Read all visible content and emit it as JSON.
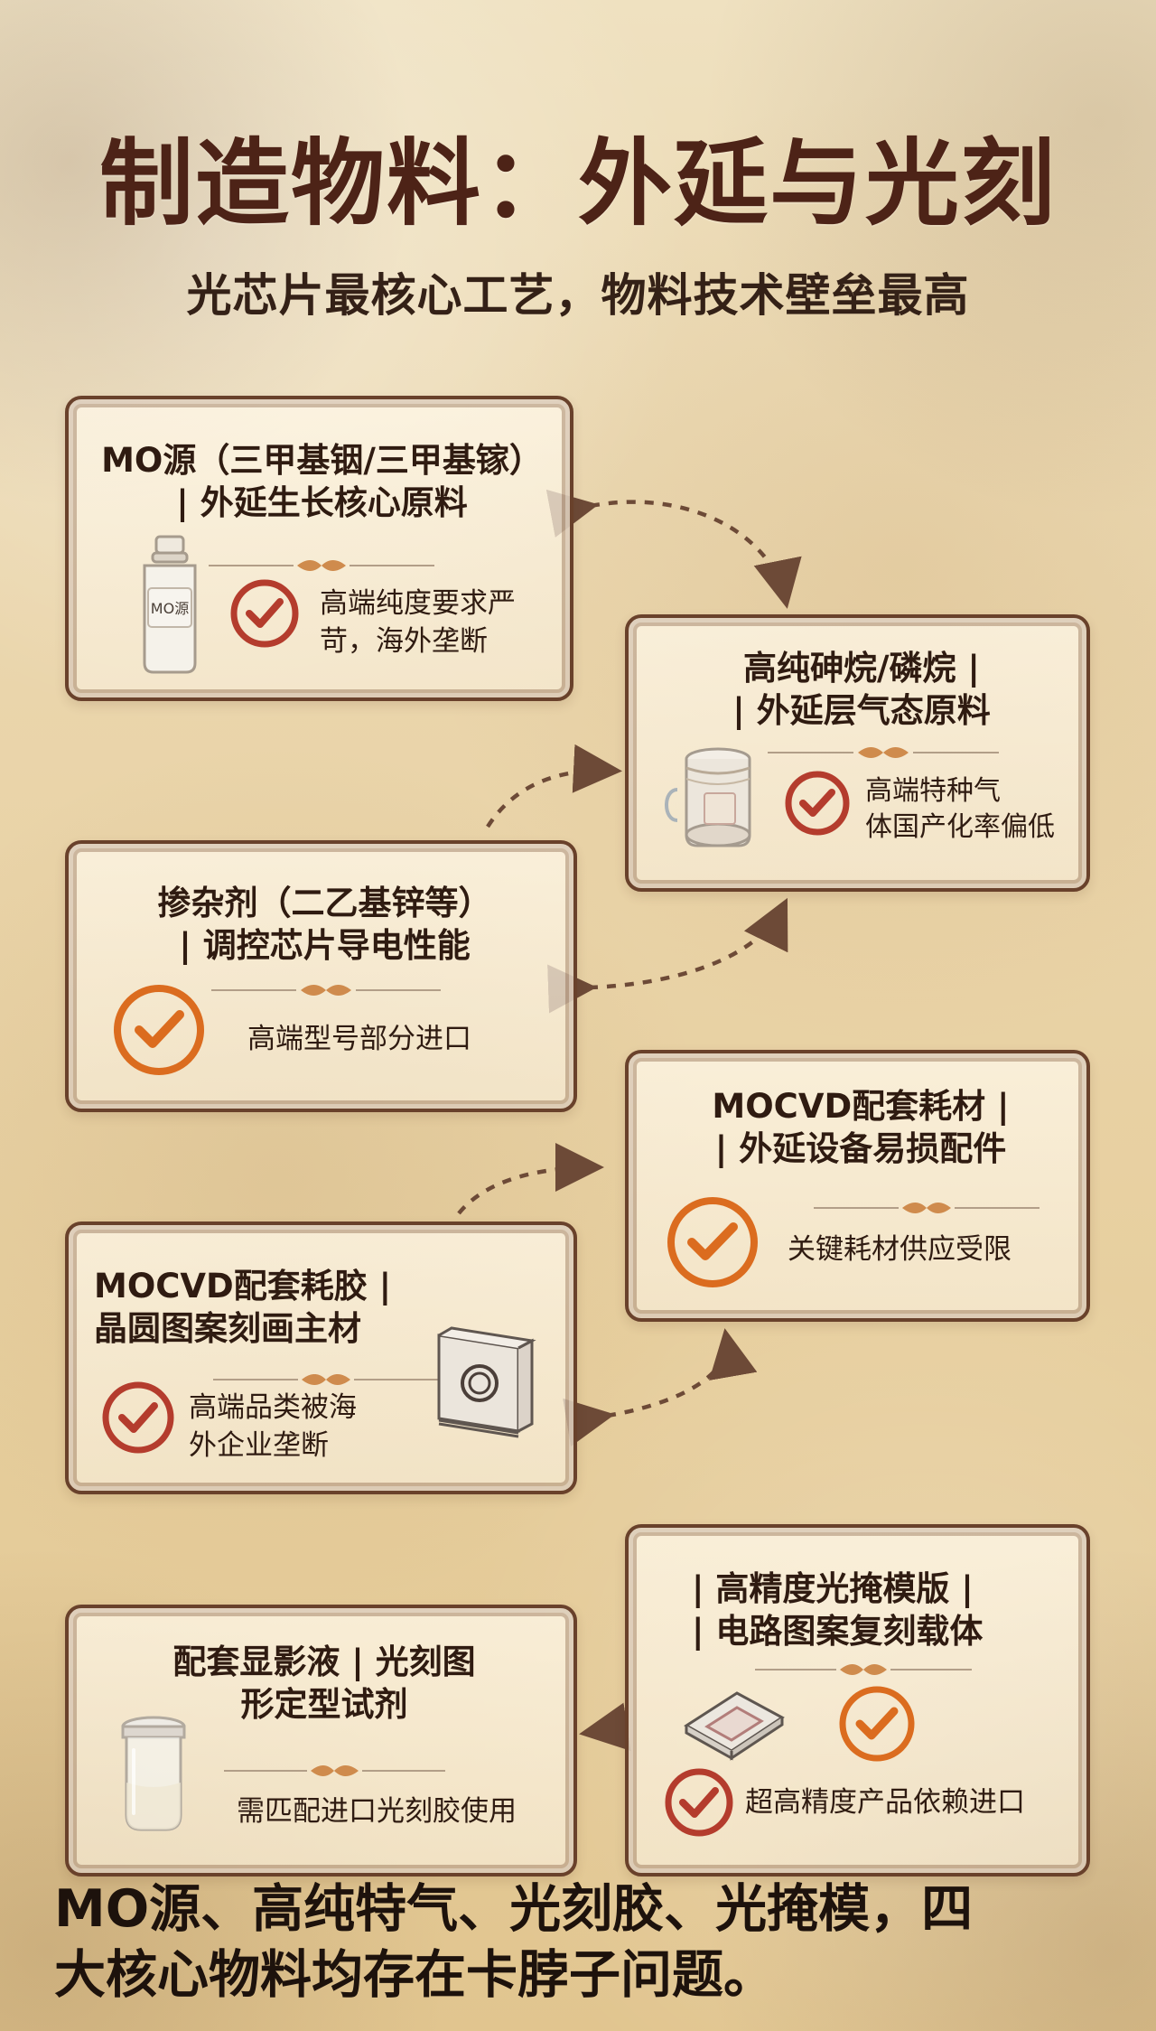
{
  "title": "制造物料：外延与光刻",
  "subtitle": "光芯片最核心工艺，物料技术壁垒最高",
  "cards": [
    {
      "title": "MO源（三甲基铟/三甲基镓）\n| 外延生长核心原料",
      "description": "高端纯度要求严\n苛，海外垄断",
      "illustration_label": "MO源",
      "illustration_icon": "bottle-icon"
    },
    {
      "title": "高纯砷烷/磷烷 |\n| 外延层气态原料",
      "description": "高端特种气\n体国产化率偏低",
      "illustration_icon": "gas-canister-icon"
    },
    {
      "title": "掺杂剂（二乙基锌等）\n| 调控芯片导电性能",
      "description": "高端型号部分进口"
    },
    {
      "title": "MOCVD配套耗材 |\n| 外延设备易损配件",
      "description": "关键耗材供应受限"
    },
    {
      "title": "MOCVD配套耗胶 |\n晶圆图案刻画主材",
      "description": "高端品类被海\n外企业垄断",
      "illustration_icon": "wafer-box-icon"
    },
    {
      "title": "配套显影液 | 光刻图\n形定型试剂",
      "description": "需匹配进口光刻胶使用",
      "illustration_icon": "glass-jar-icon"
    },
    {
      "title": "| 高精度光掩模版 |\n| 电路图案复刻载体",
      "description": "超高精度产品依赖进口",
      "illustration_icon": "photomask-icon"
    }
  ],
  "footer": "MO源、高纯特气、光刻胶、光掩模，四\n大核心物料均存在卡脖子问题。",
  "colors": {
    "check_red": "#b43c2d",
    "check_orange": "#db6c1f",
    "frame_brown": "#69412b",
    "connector_brown": "#6d4a37"
  }
}
